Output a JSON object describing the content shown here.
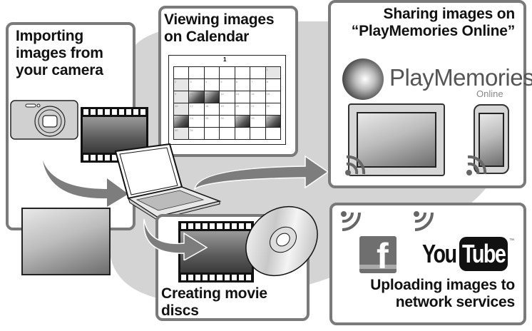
{
  "colors": {
    "panel_border": "#7a7a7a",
    "background_blob": "#d4d4d4",
    "arrow": "#7d7d7d",
    "text": "#111111"
  },
  "panels": {
    "import": {
      "title_lines": [
        "Importing",
        "images from",
        "your camera"
      ]
    },
    "calendar": {
      "title_lines": [
        "Viewing images",
        "on Calendar"
      ],
      "month_number": "1",
      "days": [
        "",
        "",
        "",
        "",
        "",
        "",
        "1",
        "2",
        "3",
        "4",
        "5",
        "6",
        "7",
        "8",
        "9",
        "10",
        "11",
        "12",
        "13",
        "14",
        "15",
        "16",
        "17",
        "18",
        "19",
        "20",
        "21",
        "22",
        "23",
        "24",
        "25",
        "26",
        "27",
        "28",
        "29",
        "30",
        "31",
        "",
        "",
        "",
        "",
        ""
      ]
    },
    "playmemories": {
      "title_lines": [
        "Sharing images on",
        "“PlayMemories Online”"
      ],
      "logo_text": "PlayMemories",
      "logo_subtext": "Online"
    },
    "discs": {
      "title_lines": [
        "Creating movie",
        "discs"
      ]
    },
    "network": {
      "title_lines": [
        "Uploading images to",
        "network services"
      ],
      "facebook_glyph": "f",
      "youtube_you": "You",
      "youtube_tube": "Tube",
      "youtube_tm": "™"
    }
  }
}
